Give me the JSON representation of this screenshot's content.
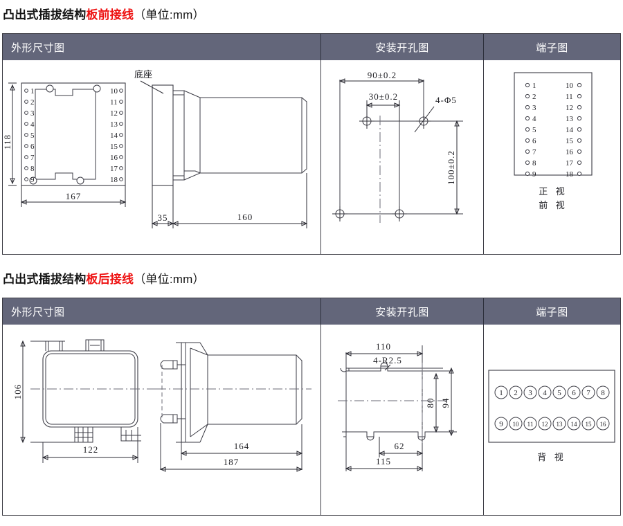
{
  "sections": [
    {
      "id": "front-wiring",
      "title": {
        "prefix": "凸出式插拔结构",
        "accent": "板前接线",
        "suffix": "（单位:mm）"
      },
      "columns": [
        {
          "key": "outline",
          "label": "外形尺寸图"
        },
        {
          "key": "mounting",
          "label": "安装开孔图"
        },
        {
          "key": "terminal",
          "label": "端子图"
        }
      ],
      "outline": {
        "base_label": "底座",
        "dims": {
          "height": "118",
          "width": "167",
          "flange_depth": "35",
          "body_depth": "160"
        },
        "terminals_left": [
          "1",
          "2",
          "3",
          "4",
          "5",
          "6",
          "7",
          "8",
          "9"
        ],
        "terminals_right": [
          "10",
          "11",
          "12",
          "13",
          "14",
          "15",
          "16",
          "17",
          "18"
        ]
      },
      "mounting": {
        "dims": {
          "top_width": "90±0.2",
          "inner_width": "30±0.2",
          "hole_note": "4-Φ5",
          "height": "100±0.2"
        }
      },
      "terminal": {
        "left": [
          "1",
          "2",
          "3",
          "4",
          "5",
          "6",
          "7",
          "8",
          "9"
        ],
        "right": [
          "10",
          "11",
          "12",
          "13",
          "14",
          "15",
          "16",
          "17",
          "18"
        ],
        "caption_line1": "正 视",
        "caption_line2": "前 视"
      }
    },
    {
      "id": "rear-wiring",
      "title": {
        "prefix": "凸出式插拔结构",
        "accent": "板后接线",
        "suffix": "（单位:mm）"
      },
      "columns": [
        {
          "key": "outline",
          "label": "外形尺寸图"
        },
        {
          "key": "mounting",
          "label": "安装开孔图"
        },
        {
          "key": "terminal",
          "label": "端子图"
        }
      ],
      "outline": {
        "dims": {
          "height": "106",
          "width": "122",
          "body_depth": "164",
          "total_depth": "187"
        }
      },
      "mounting": {
        "dims": {
          "top_width": "110",
          "radius_note": "4-R2.5",
          "inner_height": "80",
          "outer_height": "94",
          "notch_width": "62",
          "bottom_width": "115"
        }
      },
      "terminal": {
        "row_top": [
          "1",
          "2",
          "3",
          "4",
          "5",
          "6",
          "7",
          "8"
        ],
        "row_bottom": [
          "9",
          "10",
          "11",
          "12",
          "13",
          "14",
          "15",
          "16"
        ],
        "caption": "背 视"
      }
    }
  ],
  "colors": {
    "header_bg": "#63667a",
    "header_text": "#ffffff",
    "accent_red": "#ee1111",
    "border": "#3a3a42",
    "line": "#3b3b44"
  }
}
